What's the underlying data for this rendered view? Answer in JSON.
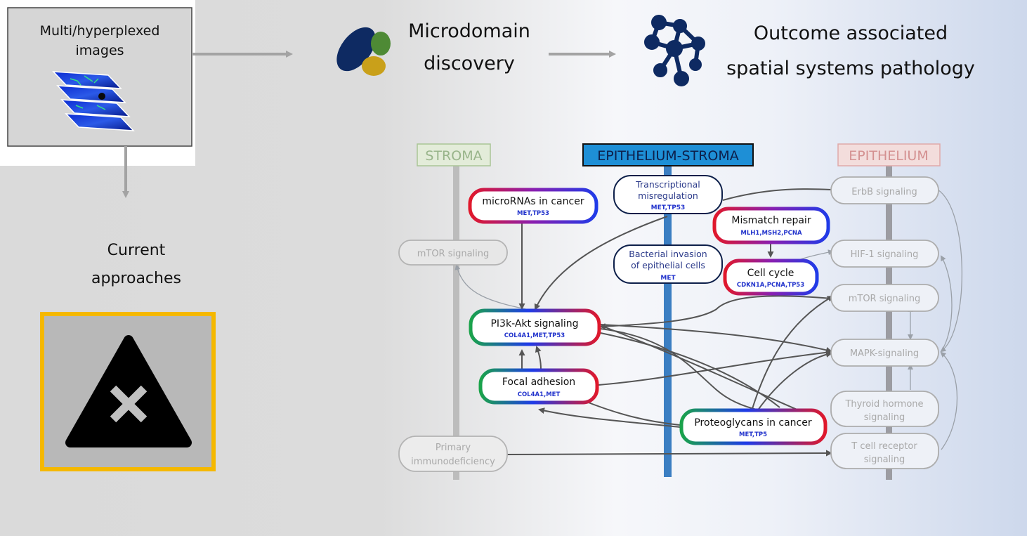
{
  "input_box": {
    "label_line1": "Multi/hyperplexed",
    "label_line2": "images"
  },
  "steps": {
    "microdomain": {
      "line1": "Microdomain",
      "line2": "discovery"
    },
    "outcome": {
      "line1": "Outcome associated",
      "line2": "spatial systems pathology"
    }
  },
  "current": {
    "line1": "Current",
    "line2": "approaches",
    "icon": "x-warning-icon"
  },
  "columns": {
    "stroma": "STROMA",
    "epi_stroma": "EPITHELIUM-STROMA",
    "epithelium": "EPITHELIUM"
  },
  "colors": {
    "stroma_header_bg": "#e3ecd9",
    "stroma_header_border": "#a9c596",
    "stroma_header_text": "#98b48a",
    "epistroma_header_bg": "#1e8fd6",
    "epithelium_header_bg": "#f3dddc",
    "epithelium_header_border": "#e0a9a9",
    "epithelium_header_text": "#d49191",
    "gene_text": "#2233cc",
    "faded": "#a9a9a9",
    "warning_border": "#f5b800"
  },
  "nodes": {
    "microrna": {
      "title": "microRNAs in cancer",
      "genes": "MET,TP53"
    },
    "transcriptional": {
      "line1": "Transcriptional",
      "line2": "misregulation",
      "genes": "MET,TP53"
    },
    "erbb": {
      "title": "ErbB signaling"
    },
    "mismatch": {
      "title": "Mismatch repair",
      "genes": "MLH1,MSH2,PCNA"
    },
    "mtor_stroma": {
      "title": "mTOR signaling"
    },
    "bacterial": {
      "line1": "Bacterial invasion",
      "line2": "of epithelial cells",
      "genes": "MET"
    },
    "hif1": {
      "title": "HIF-1 signaling"
    },
    "cellcycle": {
      "title": "Cell cycle",
      "genes": "CDKN1A,PCNA,TP53"
    },
    "mtor_epi": {
      "title": "mTOR signaling"
    },
    "pi3k": {
      "title": "PI3k-Akt signaling",
      "genes": "COL4A1,MET,TP53"
    },
    "mapk": {
      "title": "MAPK-signaling"
    },
    "focal": {
      "title": "Focal adhesion",
      "genes": "COL4A1,MET"
    },
    "thyroid": {
      "line1": "Thyroid hormone",
      "line2": "signaling"
    },
    "proteoglycans": {
      "title": "Proteoglycans in cancer",
      "genes": "MET,TP5"
    },
    "primary": {
      "line1": "Primary",
      "line2": "immunodeficiency"
    },
    "tcell": {
      "line1": "T cell receptor",
      "line2": "signaling"
    }
  }
}
